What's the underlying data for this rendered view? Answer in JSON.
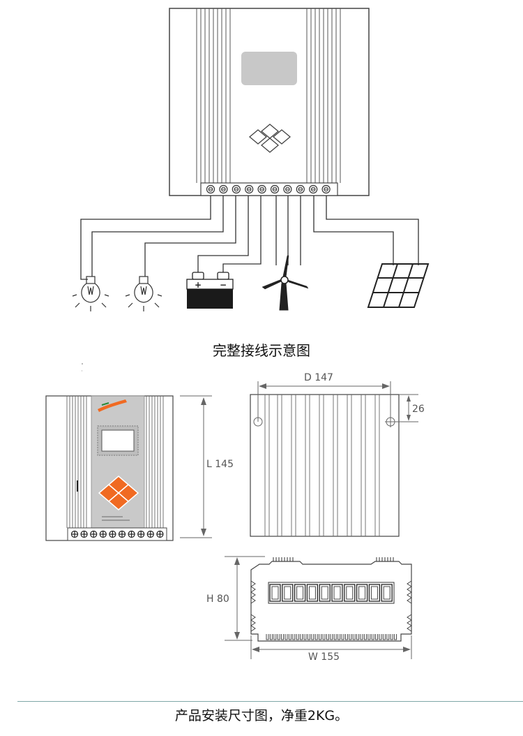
{
  "captions": {
    "wiring": "完整接线示意图",
    "install": "产品安装尺寸图，净重2KG。"
  },
  "dimensions": {
    "length": "L 145",
    "depth": "D 147",
    "hole_offset": "26",
    "height": "H 80",
    "width": "W 155"
  },
  "components": {
    "terminal_count": 10,
    "loads": [
      "lamp",
      "lamp"
    ],
    "battery_plus": "+",
    "battery_minus": "−",
    "sources": [
      "wind-turbine",
      "solar-panel"
    ]
  },
  "colors": {
    "line": "#333333",
    "panel_face": "#c8c8c8",
    "accent_orange": "#f06a22",
    "battery_body": "#1a1a1a"
  }
}
